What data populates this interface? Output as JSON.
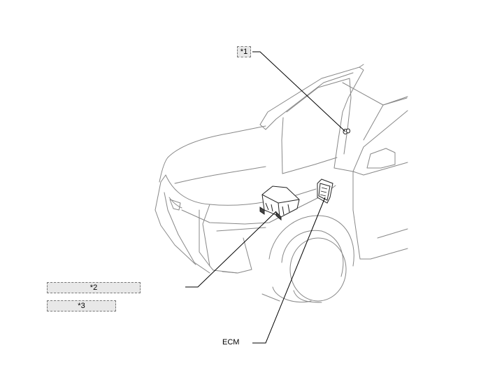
{
  "callouts": {
    "c1": "*1",
    "c2": "*2",
    "c3": "*3"
  },
  "labels": {
    "ecm": "ECM"
  },
  "colors": {
    "line": "#777777",
    "leader": "#000000",
    "box_fill": "#e8e8e8"
  }
}
